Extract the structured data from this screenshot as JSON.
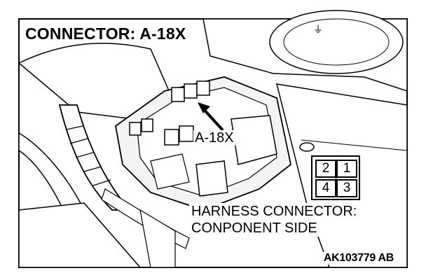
{
  "title": "CONNECTOR: A-18X",
  "callout_label": "A-18X",
  "harness_label": {
    "line1": "HARNESS CONNECTOR:",
    "line2": "CONPONENT SIDE"
  },
  "pin_layout": {
    "top_row": [
      "2",
      "1"
    ],
    "bottom_row": [
      "4",
      "3"
    ]
  },
  "figure_code": "AK103779 AB",
  "ground_symbol": "ground-symbol-icon"
}
